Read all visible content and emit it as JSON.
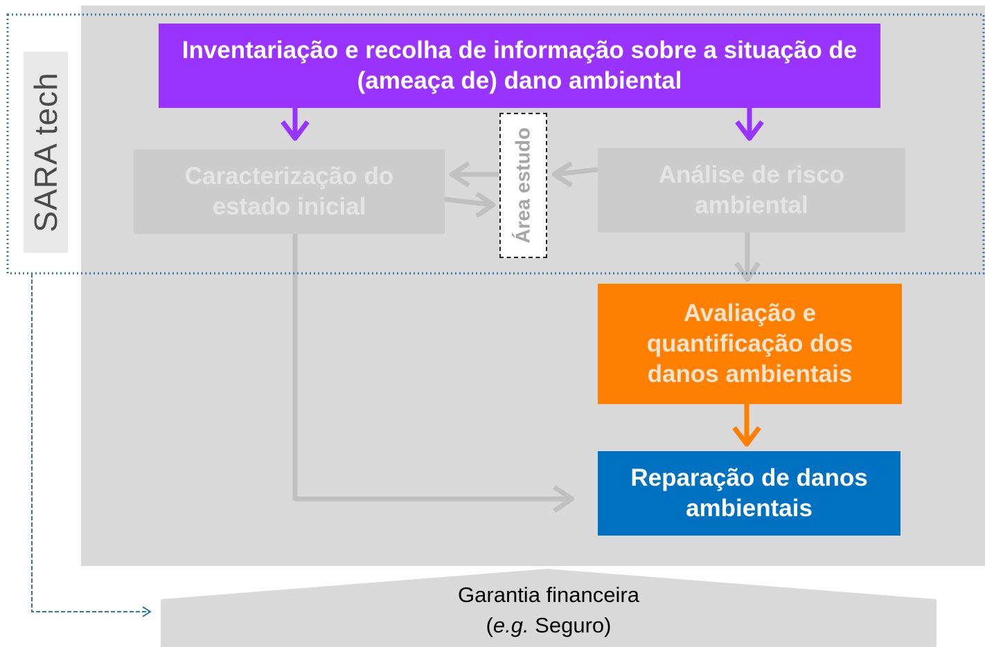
{
  "boxes": {
    "inventory": "Inventariação e recolha de informação sobre a situação de (ameaça de) dano ambiental",
    "caracterizacao": "Caracterização do estado inicial",
    "analise": "Análise de risco ambiental",
    "avaliacao": "Avaliação e quantificação dos danos ambientais",
    "reparacao": "Reparação de danos ambientais",
    "area_estudo": "Área estudo"
  },
  "logo": {
    "text": "SARA tech"
  },
  "garantia": {
    "line1": "Garantia financeira",
    "line2_italic": "e.g.",
    "line2_rest": " Seguro)",
    "line2_open": "("
  },
  "colors": {
    "background_panel": "#d9d9d9",
    "inventory": "#9933ff",
    "faded_box": "#cccccc",
    "avaliacao": "#ff8000",
    "reparacao": "#0070c0",
    "dotted_border": "#2e75b6",
    "grey_arrow": "#c0c0c0"
  }
}
